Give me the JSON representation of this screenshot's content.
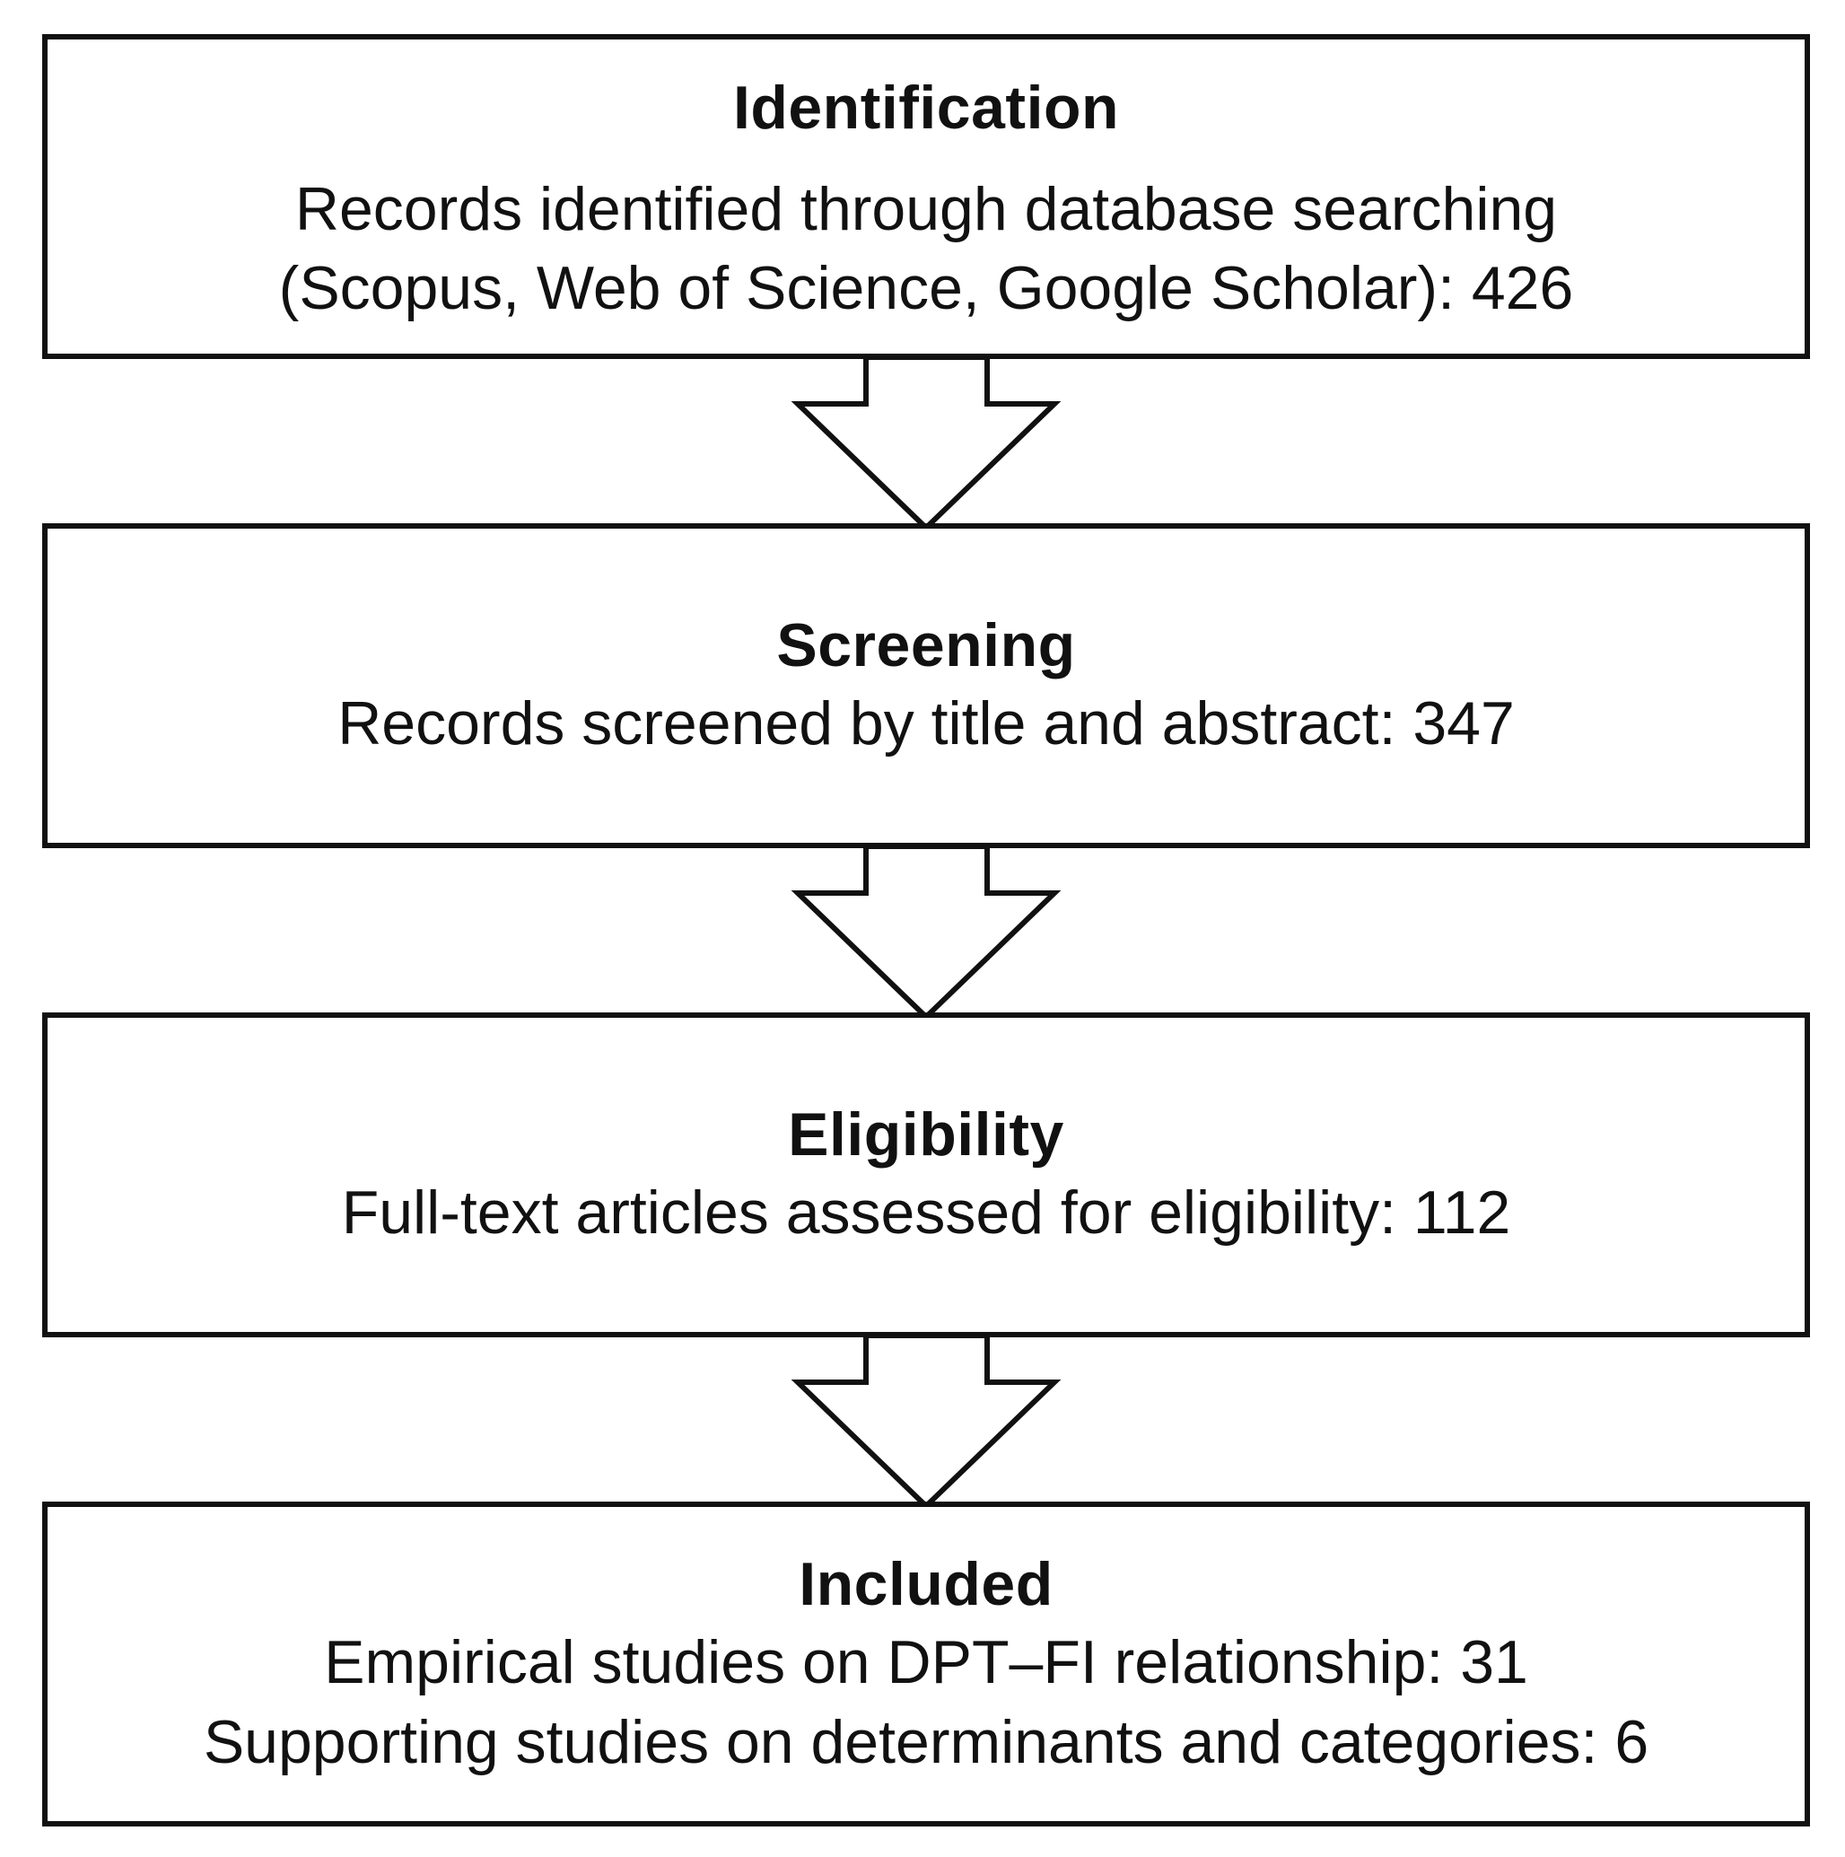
{
  "stages": [
    {
      "title": "Identification",
      "lines": [
        "Records identified through database searching",
        "(Scopus, Web of Science, Google Scholar): 426"
      ]
    },
    {
      "title": "Screening",
      "lines": [
        "Records screened by title and abstract: 347"
      ]
    },
    {
      "title": "Eligibility",
      "lines": [
        "Full-text articles assessed for eligibility: 112"
      ]
    },
    {
      "title": "Included",
      "lines": [
        "Empirical studies on DPT–FI relationship: 31",
        "Supporting studies on determinants and categories: 6"
      ]
    }
  ],
  "colors": {
    "stroke": "#111111",
    "background": "#ffffff"
  }
}
